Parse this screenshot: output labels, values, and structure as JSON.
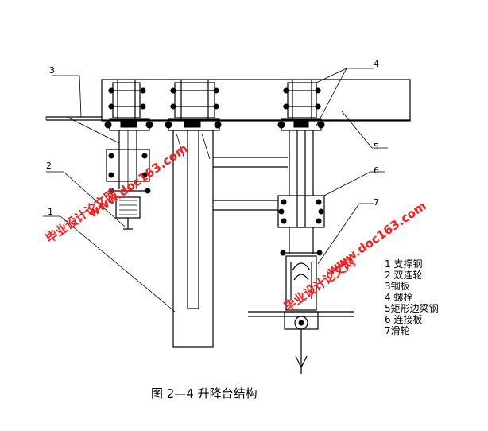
{
  "callouts": {
    "c1": "1",
    "c2": "2",
    "c3": "3",
    "c4": "4",
    "c5": "5",
    "c6": "6",
    "c7": "7"
  },
  "legend": [
    "1 支撑钢",
    "2 双连轮",
    "3钢板",
    "4 螺栓",
    "5矩形边梁钢",
    "6 连接板",
    "7滑轮"
  ],
  "caption": "图 2—4 升降台结构",
  "watermarks": {
    "cn": "毕业设计论文网",
    "url": "www.doc163.com"
  },
  "colors": {
    "watermark": "#ff1a1a",
    "line": "#000000"
  }
}
